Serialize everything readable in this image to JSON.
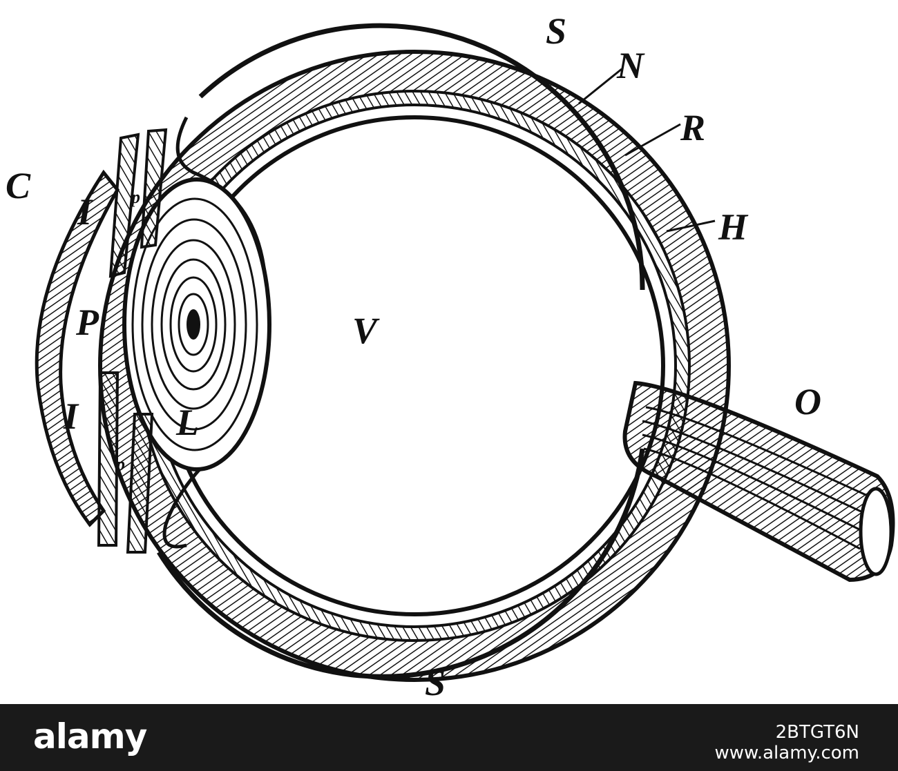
{
  "diagram": {
    "labels": [
      {
        "id": "S-top",
        "text": "S"
      },
      {
        "id": "N",
        "text": "N"
      },
      {
        "id": "R",
        "text": "R"
      },
      {
        "id": "H",
        "text": "H"
      },
      {
        "id": "C",
        "text": "C"
      },
      {
        "id": "I-top",
        "text": "I"
      },
      {
        "id": "p-top",
        "text": "p"
      },
      {
        "id": "P",
        "text": "P"
      },
      {
        "id": "V",
        "text": "V"
      },
      {
        "id": "I-bottom",
        "text": "I"
      },
      {
        "id": "p-bottom",
        "text": "p"
      },
      {
        "id": "L",
        "text": "L"
      },
      {
        "id": "O",
        "text": "O"
      },
      {
        "id": "S-bottom",
        "text": "S"
      }
    ]
  },
  "footer": {
    "brand": "alamy",
    "image_id": "2BTGT6N",
    "site": "www.alamy.com"
  },
  "colors": {
    "ink": "#111111",
    "footer_bg": "#1a1a1a",
    "footer_text": "#ffffff"
  }
}
